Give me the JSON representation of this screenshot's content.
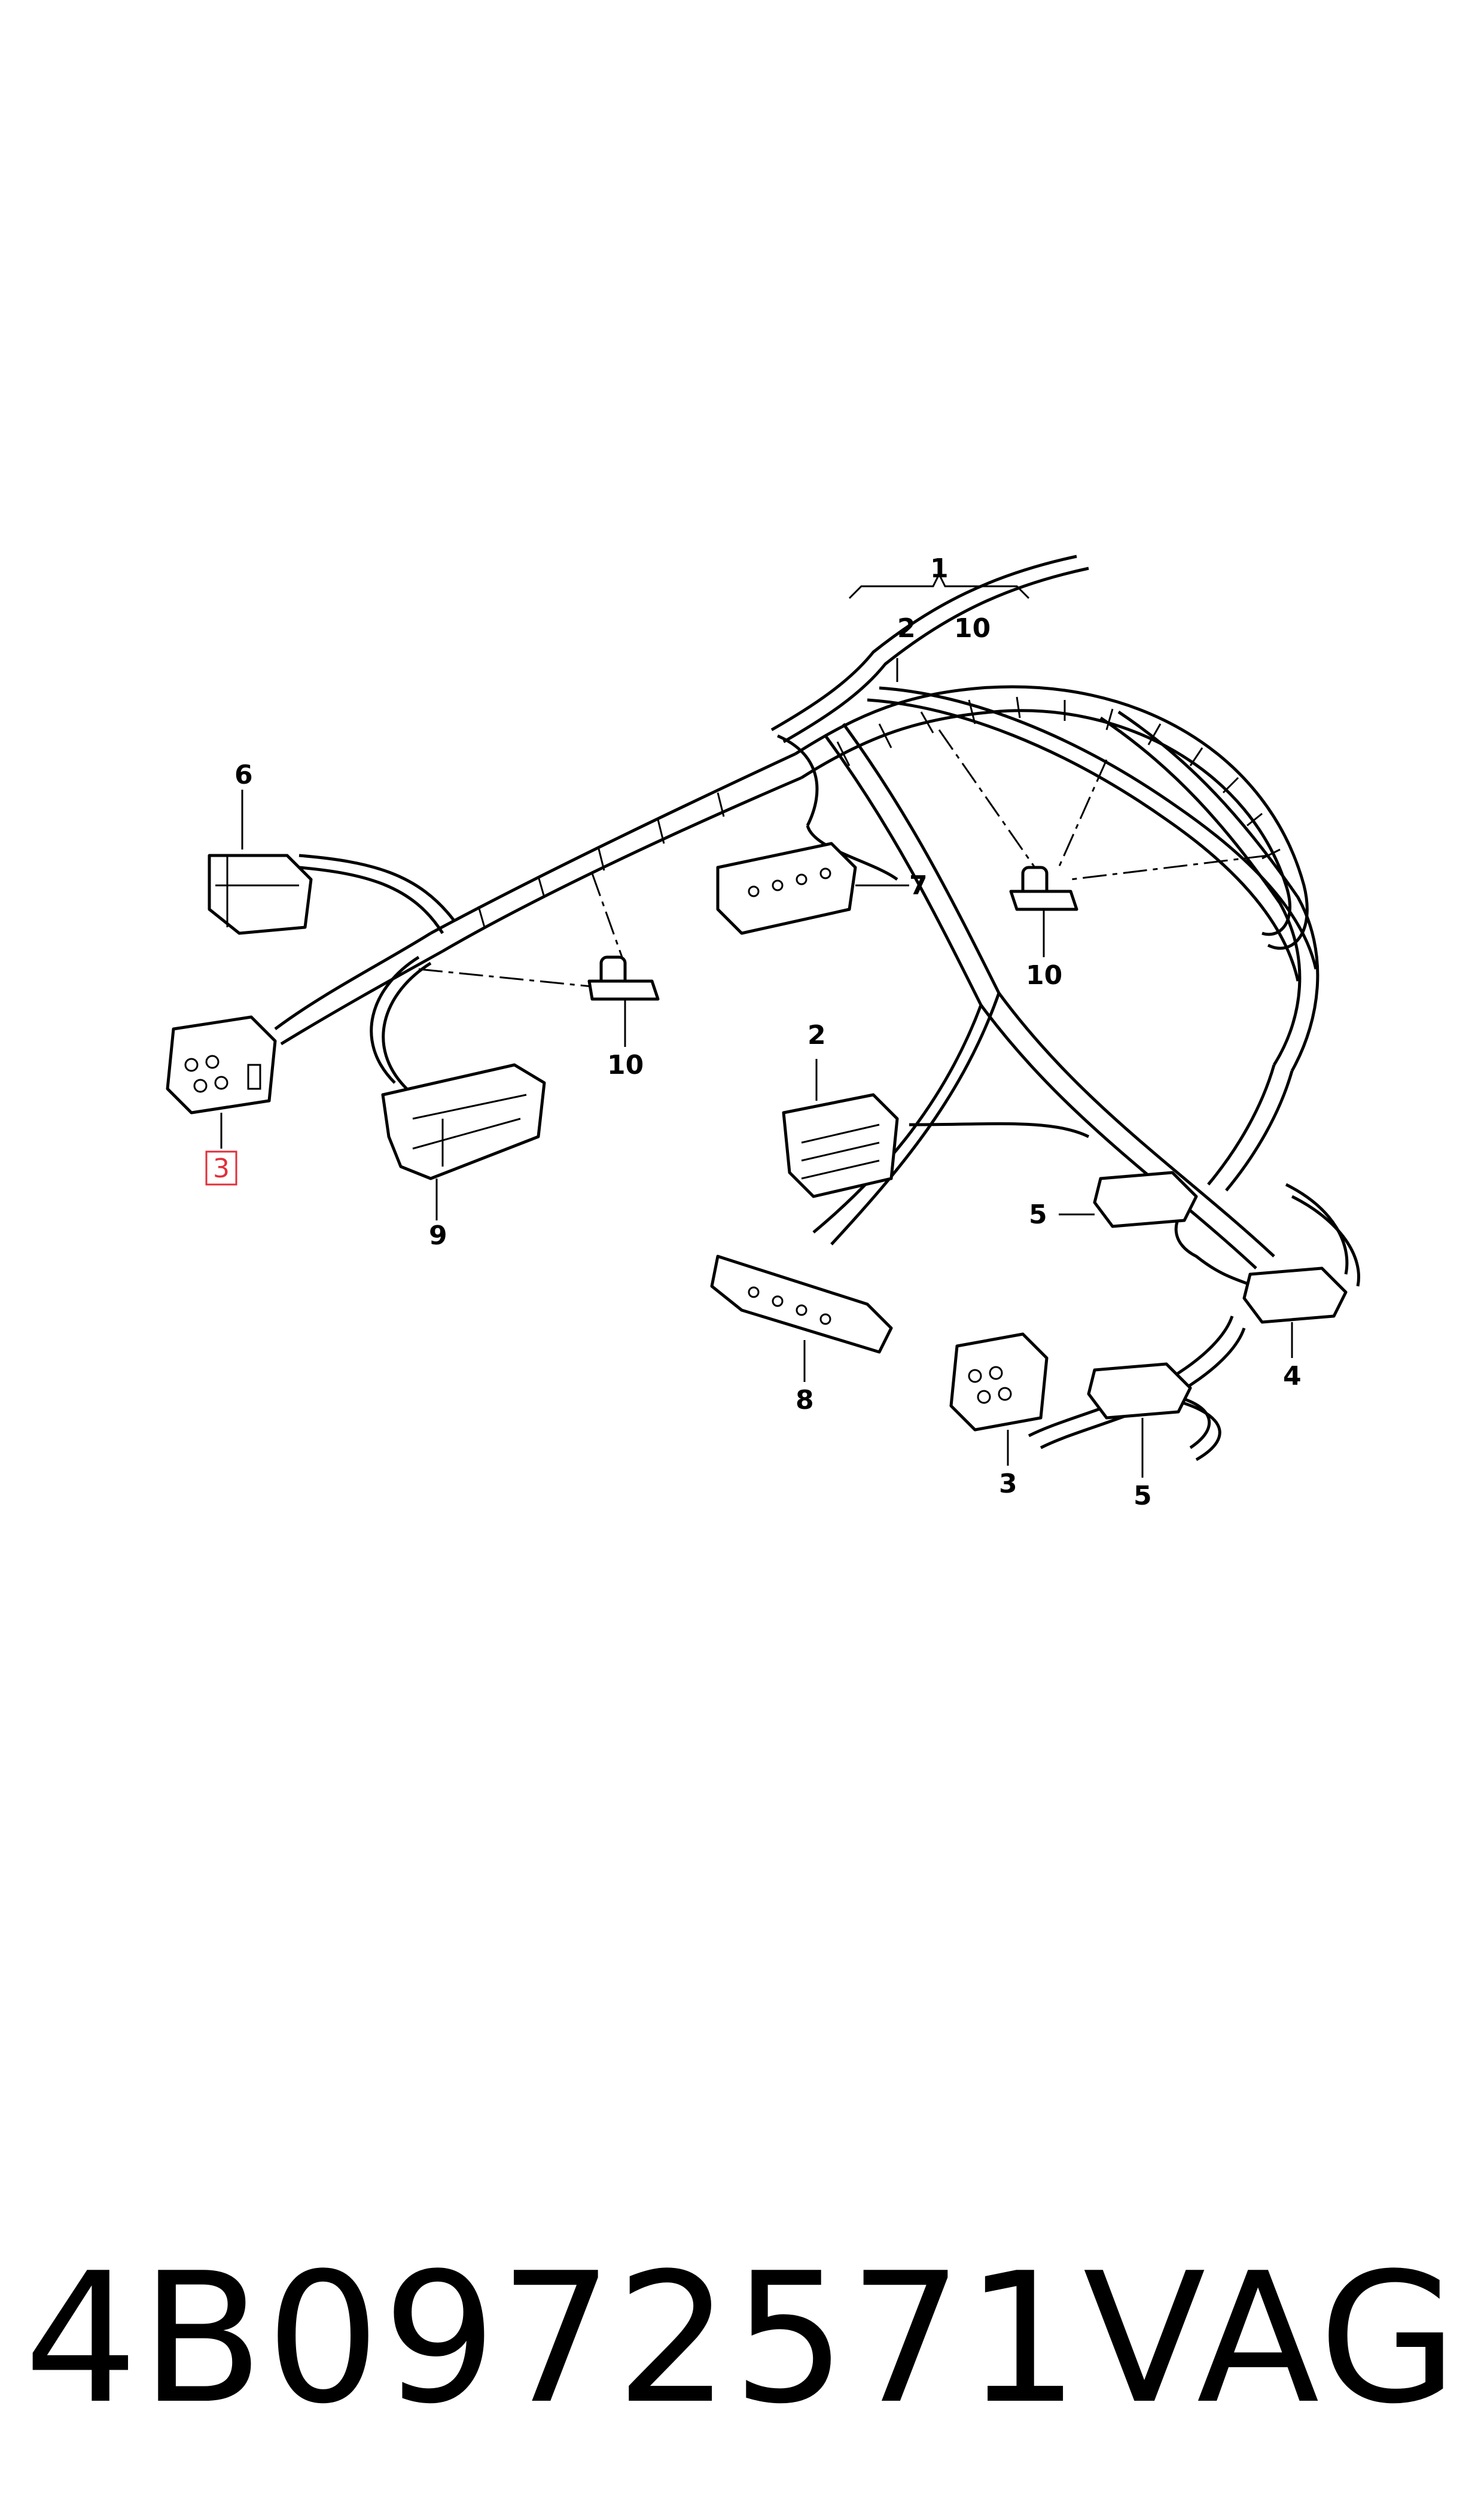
{
  "diagram": {
    "callouts": {
      "c1": "1",
      "c2_top": "2",
      "c10_top": "10",
      "c6": "6",
      "c7": "7",
      "c10_right": "10",
      "c10_left": "10",
      "c3_left": "3",
      "c9": "9",
      "c2_mid": "2",
      "c5_upper": "5",
      "c4": "4",
      "c8": "8",
      "c3_bottom": "3",
      "c5_lower": "5"
    }
  },
  "footer": {
    "part_number": "4B0972571",
    "brand": "VAG"
  }
}
